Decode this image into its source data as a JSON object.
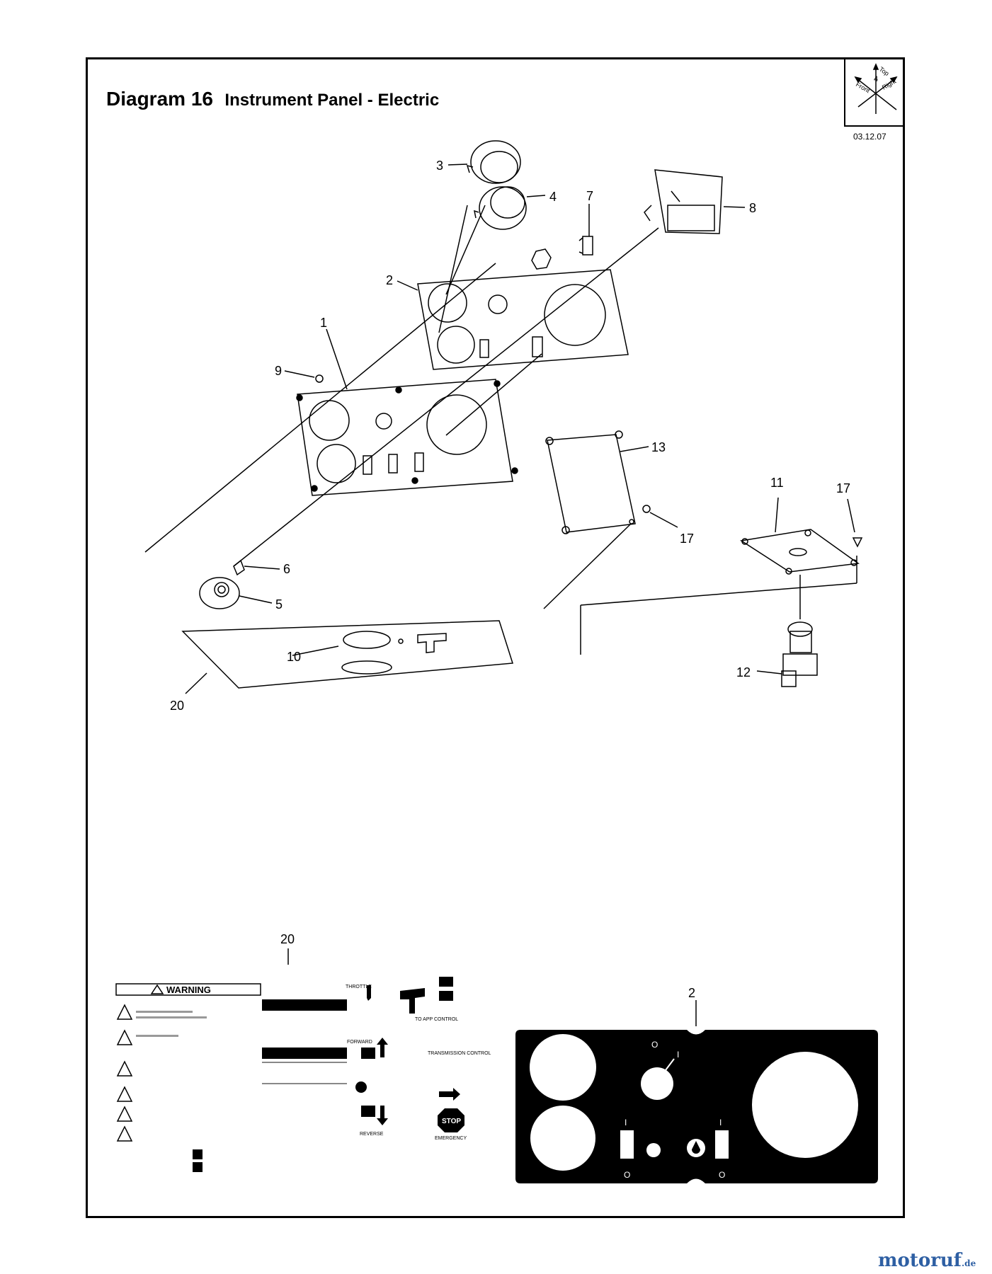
{
  "header": {
    "diagram_number": "Diagram 16",
    "diagram_title": "Instrument Panel - Electric",
    "date_code": "03.12.07"
  },
  "compass": {
    "top": "Top",
    "front": "Front",
    "right": "Right",
    "num": "4"
  },
  "callouts": {
    "c1": "1",
    "c2": "2",
    "c3": "3",
    "c4": "4",
    "c5": "5",
    "c6": "6",
    "c7": "7",
    "c8": "8",
    "c9": "9",
    "c10": "10",
    "c11": "11",
    "c12": "12",
    "c13": "13",
    "c17a": "17",
    "c17b": "17",
    "c20a": "20",
    "c20b": "20",
    "c2b": "2"
  },
  "decal": {
    "warning": "WARNING",
    "forward": "FORWARD",
    "reverse": "REVERSE",
    "transmission": "TRANSMISSION CONTROL",
    "stop": "STOP",
    "emergency": "EMERGENCY",
    "throttle": "THROTTLE",
    "ptc": "TO APP CONTROL"
  },
  "panel_overlay": {
    "off": "O",
    "on": "I"
  },
  "watermark": {
    "brand": "motoruf",
    "tld": ".de"
  }
}
